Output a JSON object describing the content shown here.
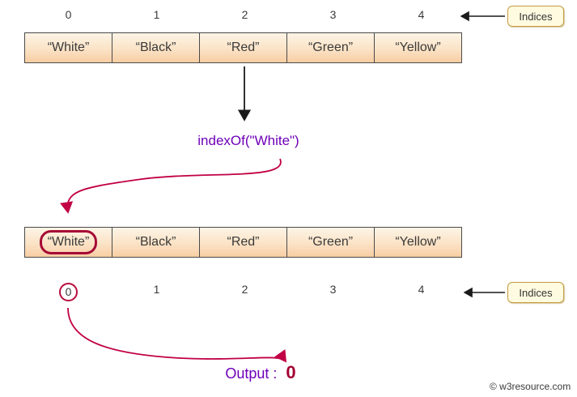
{
  "top_array": {
    "indices": [
      "0",
      "1",
      "2",
      "3",
      "4"
    ],
    "cells": [
      "“White”",
      "“Black”",
      "“Red”",
      "“Green”",
      "“Yellow”"
    ],
    "indices_tag": "Indices"
  },
  "method_call": "indexOf(\"White\")",
  "bottom_array": {
    "indices": [
      "0",
      "1",
      "2",
      "3",
      "4"
    ],
    "cells": [
      "“White”",
      "“Black”",
      "“Red”",
      "“Green”",
      "“Yellow”"
    ],
    "indices_tag": "Indices",
    "highlighted_cell_index": 0,
    "result_index": "0"
  },
  "output": {
    "label": "Output :",
    "value": "0"
  },
  "credit": "© w3resource.com",
  "colors": {
    "accent_purple": "#6f00b8",
    "accent_crimson": "#c10045",
    "highlight_ring": "#a60b36",
    "cell_gradient_top": "#fdf4e6",
    "cell_gradient_bottom": "#f7cda3",
    "indices_box_bg": "#fffbe0",
    "indices_box_border": "#c49a3f"
  }
}
